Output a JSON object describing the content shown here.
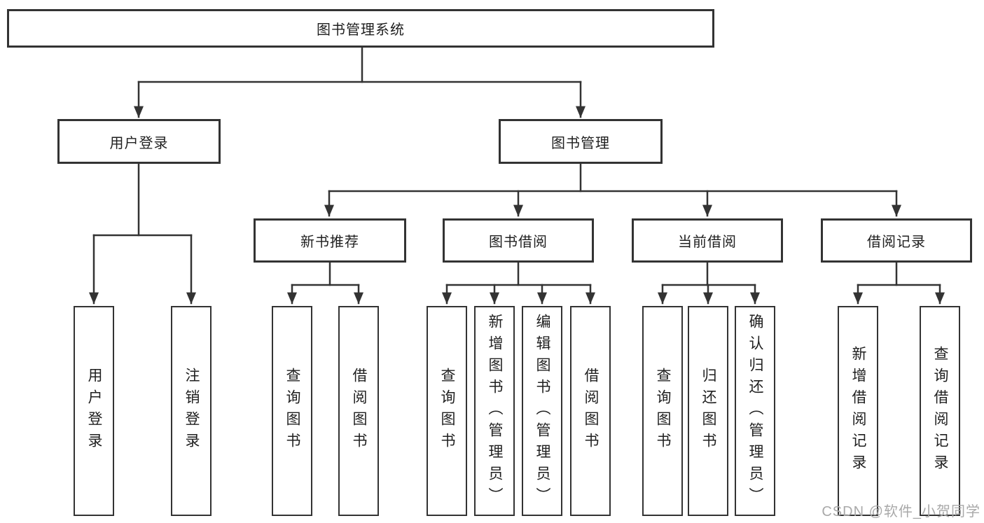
{
  "diagram": {
    "root": {
      "label": "图书管理系统"
    },
    "branches": [
      {
        "label": "用户登录",
        "children": [
          {
            "label": "用户登录"
          },
          {
            "label": "注销登录"
          }
        ]
      },
      {
        "label": "图书管理",
        "children": [
          {
            "label": "新书推荐",
            "children": [
              {
                "label": "查询图书"
              },
              {
                "label": "借阅图书"
              }
            ]
          },
          {
            "label": "图书借阅",
            "children": [
              {
                "label": "查询图书"
              },
              {
                "label": "新增图书（管理员）"
              },
              {
                "label": "编辑图书（管理员）"
              },
              {
                "label": "借阅图书"
              }
            ]
          },
          {
            "label": "当前借阅",
            "children": [
              {
                "label": "查询图书"
              },
              {
                "label": "归还图书"
              },
              {
                "label": "确认归还（管理员）"
              }
            ]
          },
          {
            "label": "借阅记录",
            "children": [
              {
                "label": "新增借阅记录"
              },
              {
                "label": "查询借阅记录"
              }
            ]
          }
        ]
      }
    ]
  },
  "watermark": {
    "text": "CSDN @软件_小贺同学"
  },
  "colors": {
    "line": "#333333",
    "text": "#1f1f1f",
    "background": "#ffffff",
    "watermark": "#a9a9a9"
  }
}
